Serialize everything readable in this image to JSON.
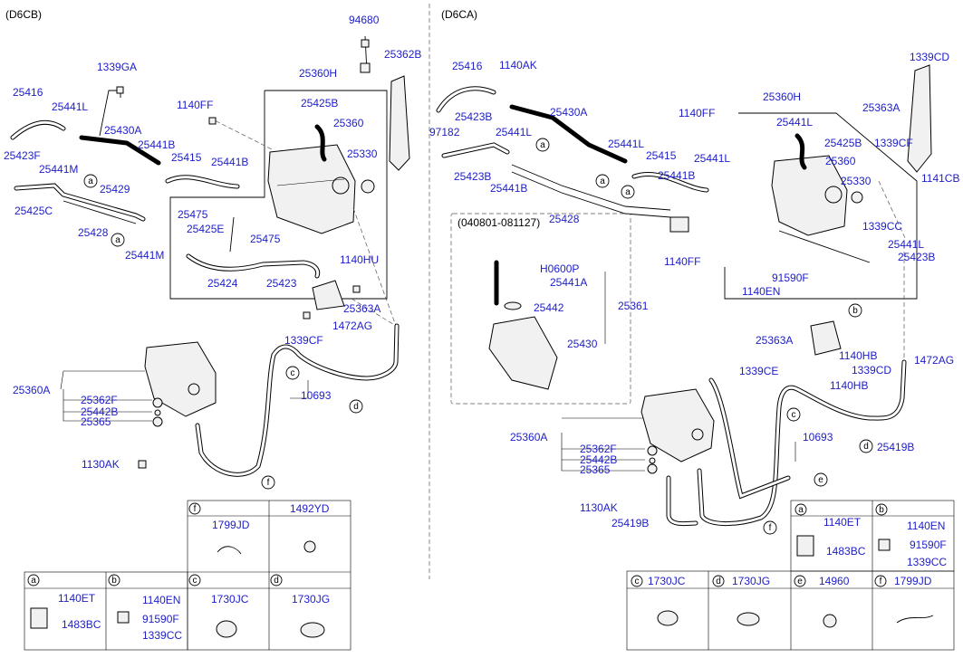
{
  "sections": {
    "left_header": "(D6CB)",
    "right_header": "(D6CA)",
    "inset_header": "(040801-081127)"
  },
  "left_labels": {
    "l94680": "94680",
    "l25362B": "25362B",
    "l1339GA": "1339GA",
    "l25360H": "25360H",
    "l25416": "25416",
    "l25441L": "25441L",
    "l1140FF": "1140FF",
    "l25425B": "25425B",
    "l25360": "25360",
    "l25430A": "25430A",
    "l25330": "25330",
    "l25441B_a": "25441B",
    "l25423F": "25423F",
    "l25415": "25415",
    "l25441B_b": "25441B",
    "l25441M_a": "25441M",
    "l25429": "25429",
    "l25425C": "25425C",
    "l25475_a": "25475",
    "l25425E": "25425E",
    "l25475_b": "25475",
    "l25428": "25428",
    "l25441M_b": "25441M",
    "l1140HU": "1140HU",
    "l25424": "25424",
    "l25423": "25423",
    "l25363A": "25363A",
    "l1472AG": "1472AG",
    "l1339CF": "1339CF",
    "l25360A": "25360A",
    "l10693": "10693",
    "l25362F": "25362F",
    "l25442B": "25442B",
    "l25365": "25365",
    "l1130AK": "1130AK"
  },
  "right_labels": {
    "r25416": "25416",
    "r1140AK": "1140AK",
    "r1339CD": "1339CD",
    "r25360H": "25360H",
    "r97182": "97182",
    "r25423B_a": "25423B",
    "r25430A": "25430A",
    "r25363A_a": "25363A",
    "r1140FF_a": "1140FF",
    "r25441L_a": "25441L",
    "r25441L_b": "25441L",
    "r25425B": "25425B",
    "r1339CF": "1339CF",
    "r25441L_c": "25441L",
    "r25415": "25415",
    "r25441L_d": "25441L",
    "r25360": "25360",
    "r1141CB": "1141CB",
    "r25423B_b": "25423B",
    "r25441B_a": "25441B",
    "r25441B_b": "25441B",
    "r25330": "25330",
    "r25428": "25428",
    "r1339CC": "1339CC",
    "r25441L_e": "25441L",
    "r25423B_c": "25423B",
    "r1140FF_b": "1140FF",
    "r91590F": "91590F",
    "r1140EN": "1140EN",
    "r25363A_b": "25363A",
    "r1140HB_a": "1140HB",
    "r1472AG": "1472AG",
    "r1339CE": "1339CE",
    "r1339CD_b": "1339CD",
    "r1140HB_b": "1140HB",
    "r25360A": "25360A",
    "r10693": "10693",
    "r25362F": "25362F",
    "r25442B": "25442B",
    "r25365": "25365",
    "r25419B_a": "25419B",
    "r1130AK": "1130AK",
    "r25419B_b": "25419B"
  },
  "inset_labels": {
    "iH0600P": "H0600P",
    "i25441A": "25441A",
    "i25361": "25361",
    "i25442": "25442",
    "i25430": "25430"
  },
  "left_legend": {
    "f_title": "1799JD",
    "g_title": "1492YD",
    "a_l1": "1140ET",
    "a_l2": "1483BC",
    "b_l1": "1140EN",
    "b_l2": "91590F",
    "b_l3": "1339CC",
    "c_title": "1730JC",
    "d_title": "1730JG"
  },
  "right_legend": {
    "a_l1": "1140ET",
    "a_l2": "1483BC",
    "b_l1": "1140EN",
    "b_l2": "91590F",
    "b_l3": "1339CC",
    "c_title": "1730JC",
    "d_title": "1730JG",
    "e_title": "14960",
    "f_title": "1799JD"
  },
  "callout_letters": {
    "a": "a",
    "b": "b",
    "c": "c",
    "d": "d",
    "e": "e",
    "f": "f"
  },
  "colors": {
    "label": "#1d1dc8",
    "line": "#000000"
  }
}
